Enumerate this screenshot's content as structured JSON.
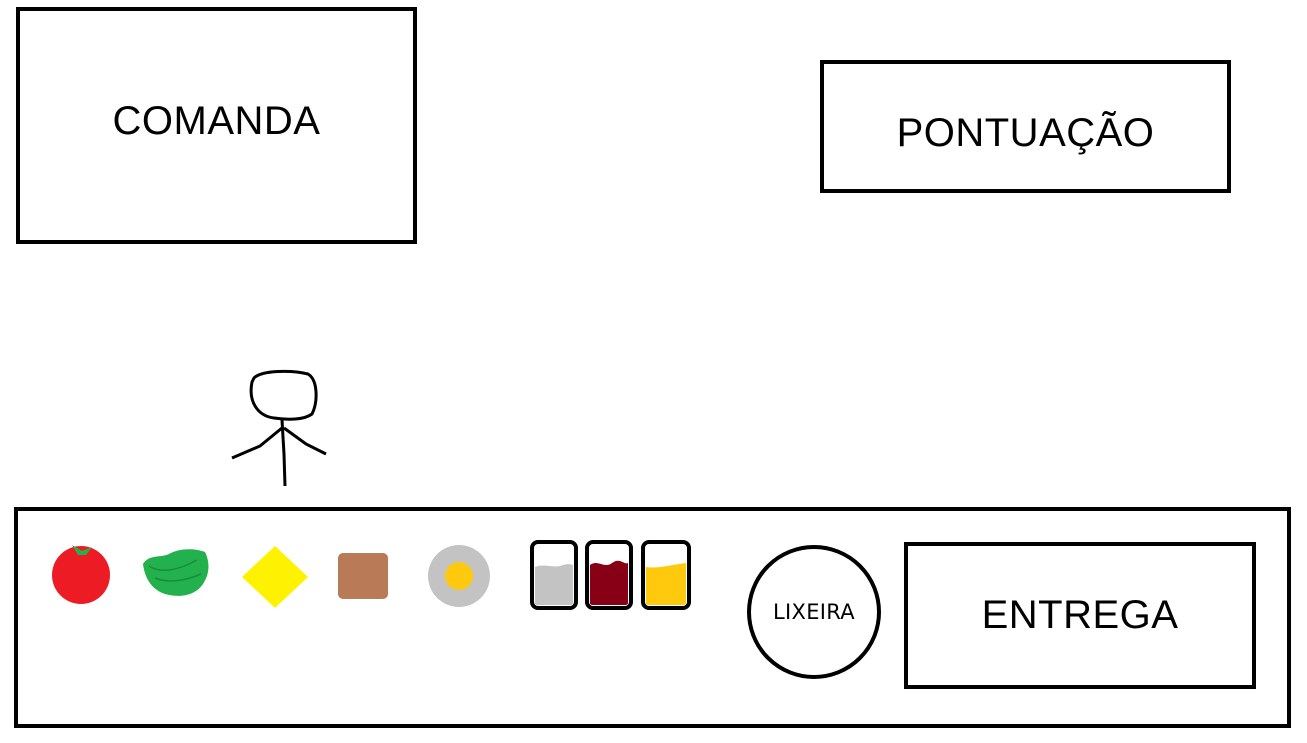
{
  "comanda": {
    "label": "COMANDA"
  },
  "pontuacao": {
    "label": "PONTUAÇÃO"
  },
  "counter": {
    "ingredients": [
      {
        "name": "tomato-icon",
        "color": "#ed1c24"
      },
      {
        "name": "lettuce-icon",
        "color": "#22b14c"
      },
      {
        "name": "cheese-icon",
        "color": "#fff200"
      },
      {
        "name": "meat-icon",
        "color": "#b97a57"
      },
      {
        "name": "egg-icon",
        "color": "#ffc90e"
      }
    ],
    "drinks": [
      {
        "name": "drink-gray-icon",
        "color": "#c3c3c3"
      },
      {
        "name": "drink-wine-icon",
        "color": "#880015"
      },
      {
        "name": "drink-yellow-icon",
        "color": "#ffc90e"
      }
    ],
    "lixeira_label": "LIXEIRA",
    "entrega_label": "ENTREGA"
  }
}
